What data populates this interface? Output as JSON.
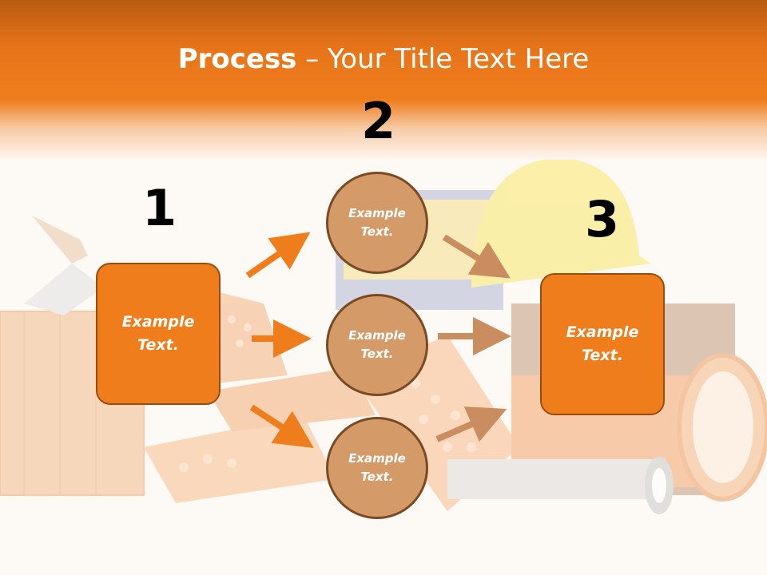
{
  "title": {
    "bold": "Process",
    "rest": " – Your Title Text Here"
  },
  "steps": {
    "one": "1",
    "two": "2",
    "three": "3"
  },
  "left_box": "Example\nText.",
  "circles": [
    "Example\nText.",
    "Example\nText.",
    "Example\nText."
  ],
  "right_box": "Example\nText.",
  "colors": {
    "header_orange": "#ef7d1c",
    "box_fill": "#ef7d1c",
    "circle_fill": "#d49a67",
    "arrow_orange": "#ef7d1c",
    "arrow_tan": "#c98d5f"
  }
}
